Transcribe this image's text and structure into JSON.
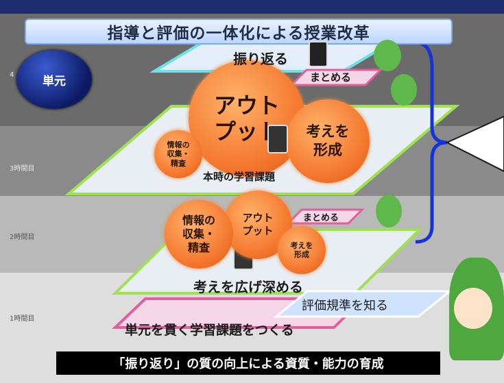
{
  "title": "指導と評価の一体化による授業改革",
  "unit_label": "単元",
  "rows": [
    "4",
    "3時間目",
    "2時間目",
    "1時間目"
  ],
  "top_plane": {
    "label": "振り返る",
    "matome": "まとめる"
  },
  "big_orb": {
    "line1": "アウト",
    "line2": "プット"
  },
  "mid_plane": {
    "info_orb": [
      "情報の",
      "収集・",
      "精査"
    ],
    "think_orb": [
      "考えを",
      "形成"
    ],
    "task": "本時の学習課題"
  },
  "lower_plane": {
    "info_orb": [
      "情報の",
      "収集・",
      "精査"
    ],
    "output_orb": [
      "アウト",
      "プット"
    ],
    "matome": "まとめる",
    "think_orb": [
      "考えを",
      "形成"
    ],
    "deepen": "考えを広げ深める"
  },
  "criteria": "評価規準を知る",
  "unit_task": "単元を貫く学習課題をつくる",
  "bottom_banner": "「振り返り」の質の向上による資質・能力の育成",
  "colors": {
    "plane_green": "#9ee34d",
    "plane_pink": "#e0609e",
    "plane_cyan": "#6fe0e8",
    "orb": "#f4762d",
    "bracket": "#1633d6"
  }
}
